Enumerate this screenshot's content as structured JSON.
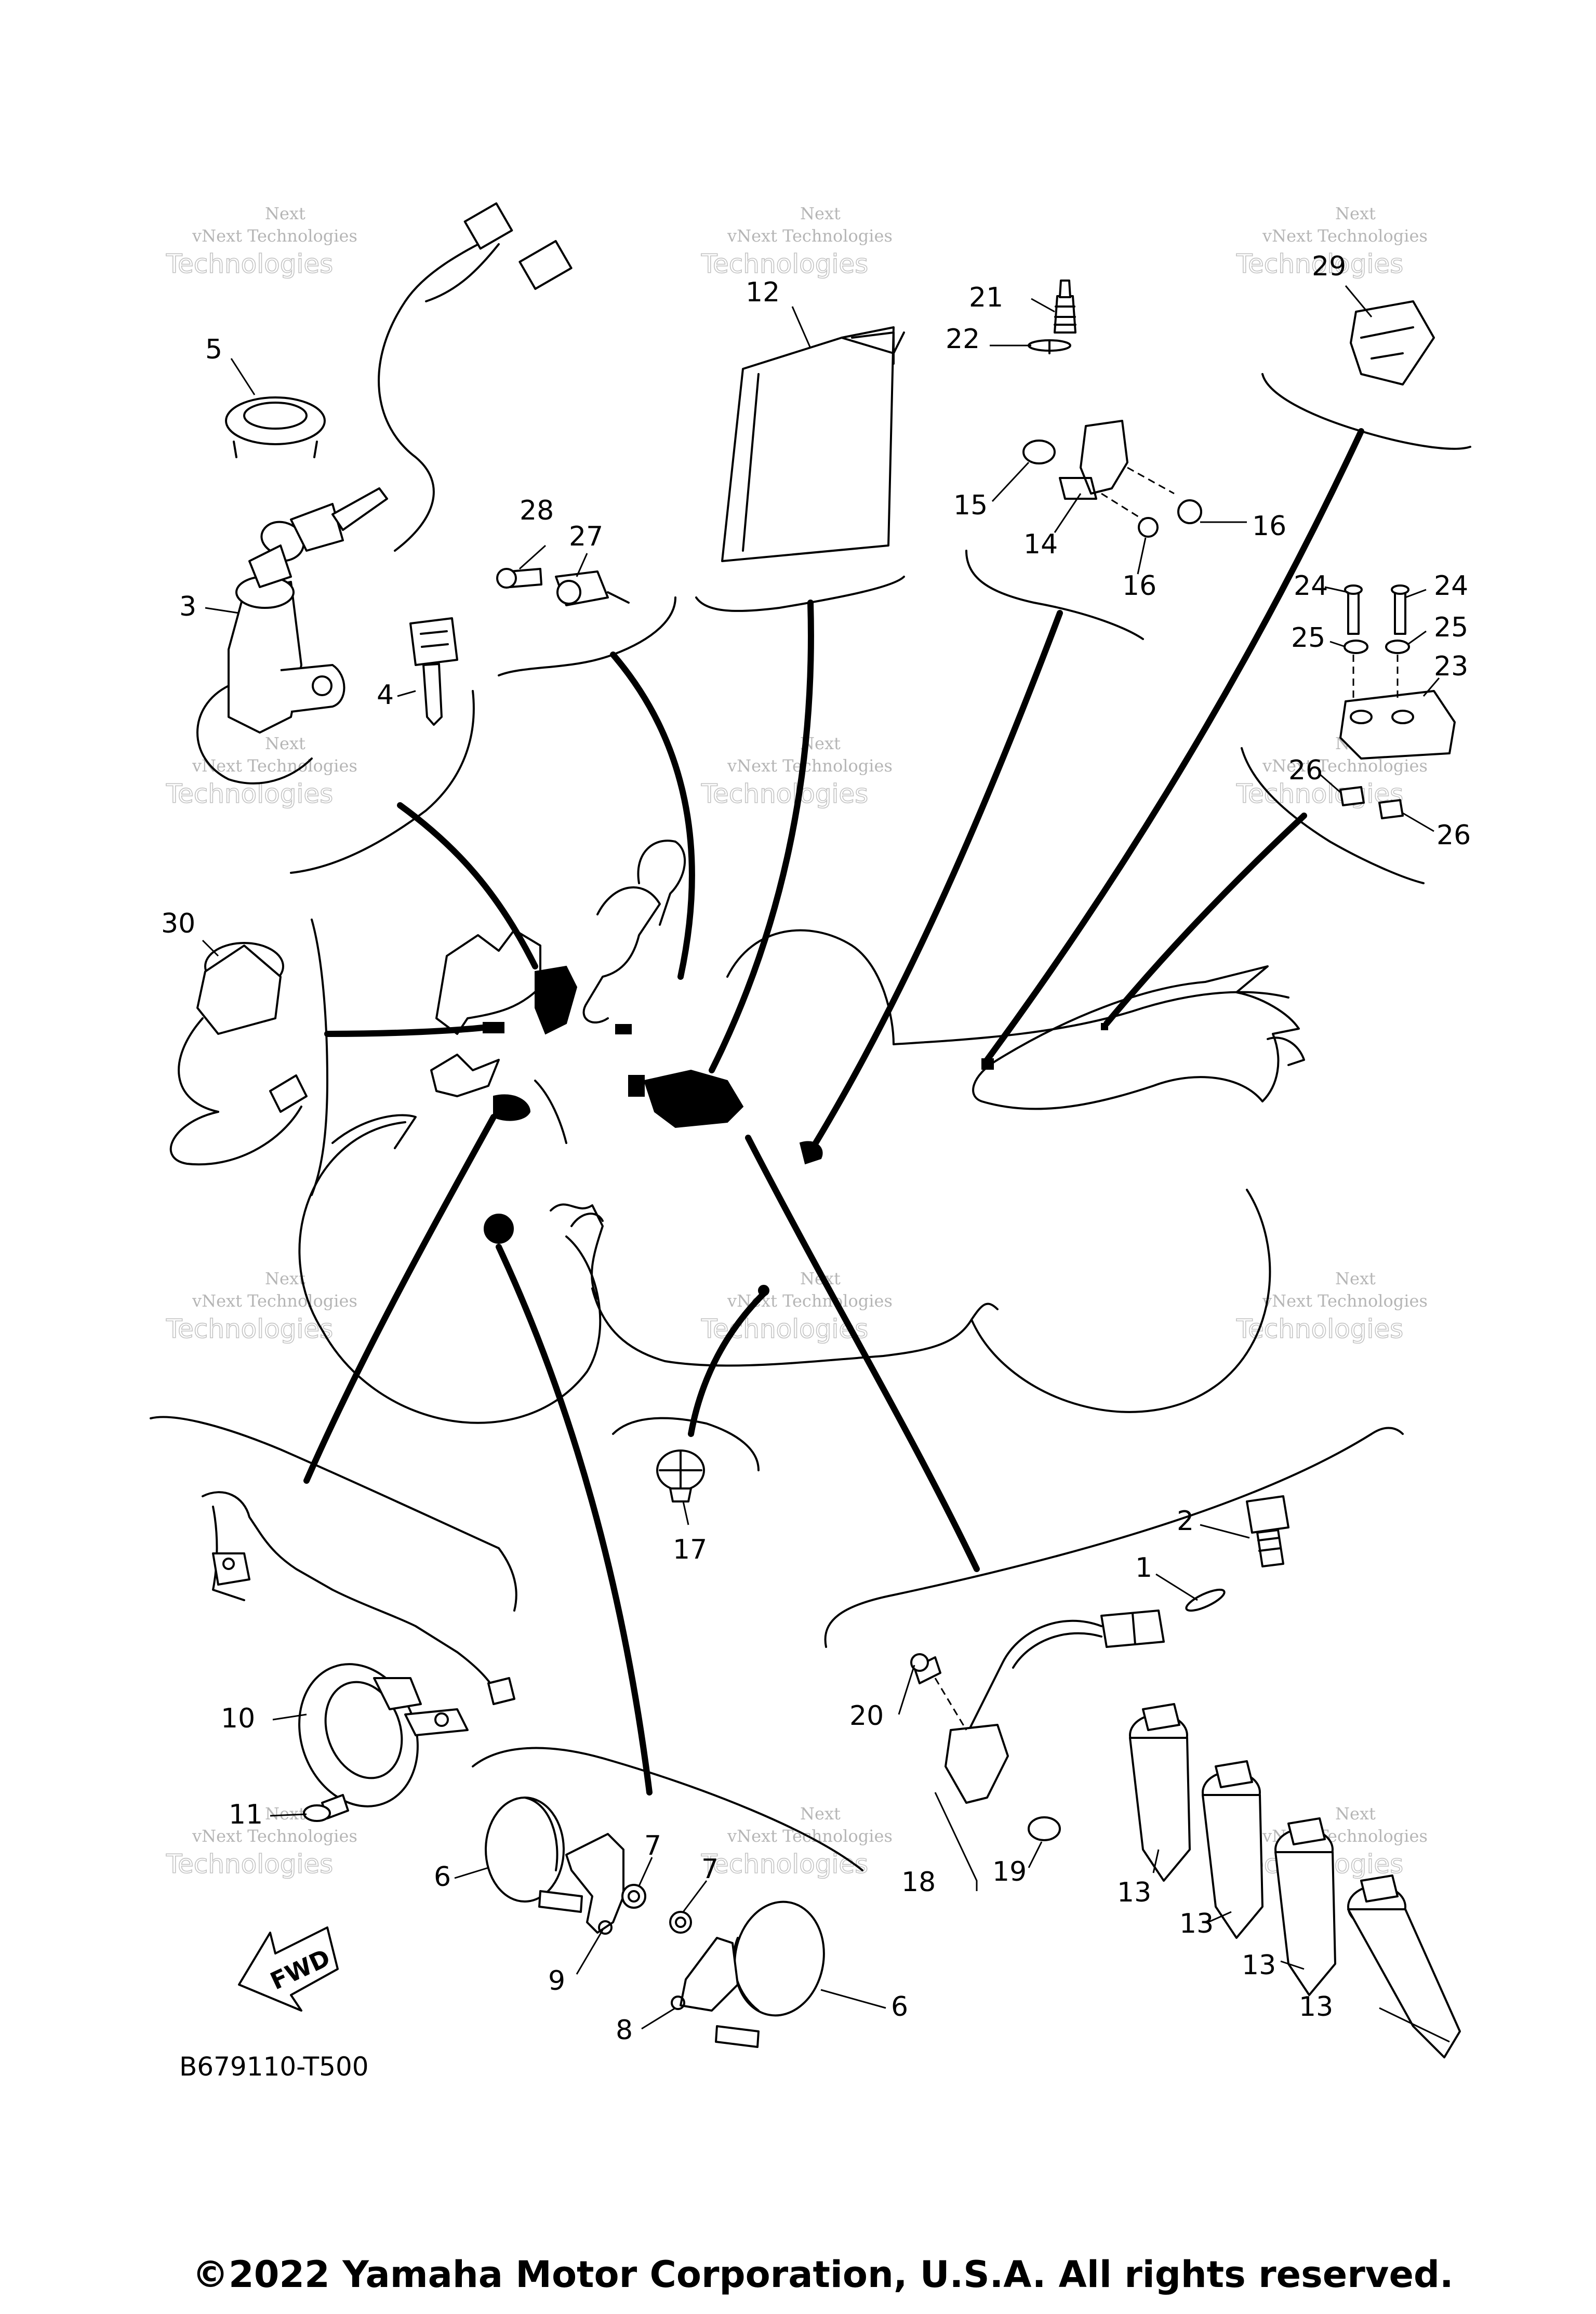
{
  "diagram": {
    "part_code": "B679110-T500",
    "copyright": "©2022 Yamaha Motor Corporation, U.S.A. All rights reserved.",
    "fwd_label": "FWD",
    "watermark": {
      "line1": "vNext Technologies",
      "line2": "Technologies",
      "overlay": "Next"
    },
    "callouts": {
      "c1": "1",
      "c2": "2",
      "c3": "3",
      "c4": "4",
      "c5": "5",
      "c6a": "6",
      "c6b": "6",
      "c7a": "7",
      "c7b": "7",
      "c8": "8",
      "c9": "9",
      "c10": "10",
      "c11": "11",
      "c12": "12",
      "c13a": "13",
      "c13b": "13",
      "c13c": "13",
      "c13d": "13",
      "c14": "14",
      "c15": "15",
      "c16a": "16",
      "c16b": "16",
      "c17": "17",
      "c18": "18",
      "c19": "19",
      "c20": "20",
      "c21": "21",
      "c22": "22",
      "c23": "23",
      "c24a": "24",
      "c24b": "24",
      "c25a": "25",
      "c25b": "25",
      "c26a": "26",
      "c26b": "26",
      "c27": "27",
      "c28": "28",
      "c29": "29",
      "c30": "30"
    }
  }
}
